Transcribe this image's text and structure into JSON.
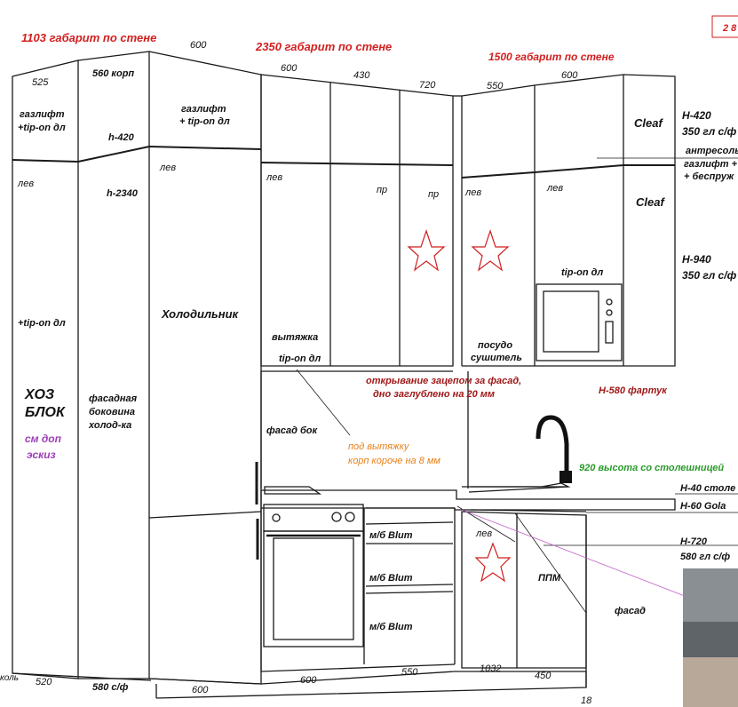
{
  "labels": {
    "top_red_left": "1103 габарит по стене",
    "top_red_mid": "2350 габарит по стене",
    "top_red_right": "1500 габарит по стене",
    "corner_box": "2 8",
    "d600_a": "600",
    "d525": "525",
    "d560": "560 корп",
    "d600_b": "600",
    "d430": "430",
    "d720": "720",
    "d550_top": "550",
    "d600_c": "600",
    "gaslift_left_1": "газлифт",
    "gaslift_left_2": "+tip-on дл",
    "h420_small": "h-420",
    "gaslift_mid_1": "газлифт",
    "gaslift_mid_2": "+ tip-on дл",
    "cleaf_top": "Cleaf",
    "h420_right": "Н-420",
    "gl350_top": "350 гл с/ф",
    "antresol_1": "антресоль",
    "antresol_2": "газлифт +",
    "antresol_3": "+ беспруж",
    "lev_far_left": "лев",
    "h2340": "h-2340",
    "lev_fridge": "лев",
    "lev_upper1": "лев",
    "pr_1": "пр",
    "pr_2": "пр",
    "lev_upper2": "лев",
    "lev_upper3": "лев",
    "cleaf_mid": "Cleaf",
    "h940": "Н-940",
    "gl350_mid": "350 гл с/ф",
    "tipon_dl_micro": "tip-on дл",
    "tipon_left": "+tip-on дл",
    "fridge": "Холодильник",
    "hood_1": "вытяжка",
    "hood_2": "tip-on дл",
    "dish_1": "посудо",
    "dish_2": "сушитель",
    "khoz_1": "ХОЗ",
    "khoz_2": "БЛОК",
    "sm_1": "см доп",
    "sm_2": "эскиз",
    "side_1": "фасадная",
    "side_2": "боковина",
    "side_3": "холод-ка",
    "open_1": "открывание зацепом за фасад,",
    "open_2": "дно заглублено на 20 мм",
    "h580": "Н-580 фартук",
    "fasad_bok": "фасад бок",
    "pod_1": "под вытяжку",
    "pod_2": "корп короче на 8 мм",
    "h920": "920 высота со столешницей",
    "h40": "Н-40 столе",
    "h60": "Н-60 Gola",
    "mb1": "м/б Blum",
    "mb2": "м/б Blum",
    "mb3": "м/б Blum",
    "lev_bottom": "лев",
    "ppm": "ППМ",
    "h720": "Н-720",
    "gl580": "580 гл с/ф",
    "fasad": "фасад",
    "kol": "коль",
    "b520": "520",
    "b580": "580 с/ф",
    "b600a": "600",
    "b600b": "600",
    "b550": "550",
    "b1032": "1032",
    "b450": "450",
    "b18": "18"
  },
  "colors": {
    "line": "#1a1a1a",
    "red": "#d21f1f",
    "darkred": "#a01818",
    "orange": "#e8801a",
    "green": "#2a9a2a",
    "purple": "#9b3fb5",
    "magenta": "#c060c8"
  }
}
